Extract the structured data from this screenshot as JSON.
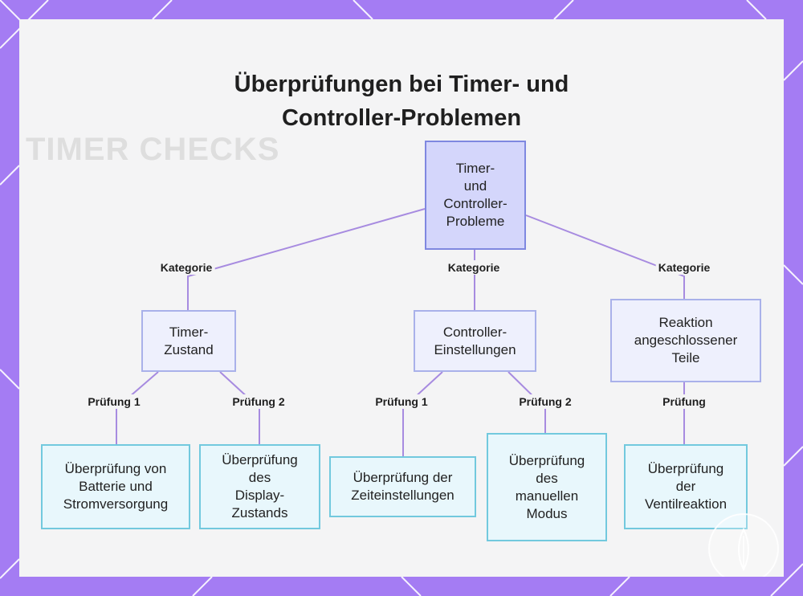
{
  "title": [
    "Überprüfungen bei Timer- und",
    "Controller-Problemen"
  ],
  "background_text": [
    "TIMER CHECKS"
  ],
  "colors": {
    "frame": "#a47cf3",
    "card": "#f4f4f5",
    "edge": "#a78be0",
    "root_fill": "#d4d6fb",
    "category_fill": "#eef0fd",
    "leaf_fill": "#e8f7fc",
    "leaf_border": "#72c9de"
  },
  "nodes": {
    "root": [
      "Timer-",
      "und",
      "Controller-",
      "Probleme"
    ],
    "cat1": [
      "Timer-",
      "Zustand"
    ],
    "cat2": [
      "Controller-",
      "Einstellungen"
    ],
    "cat3": [
      "Reaktion",
      "angeschlossener",
      "Teile"
    ],
    "leaf1": [
      "Überprüfung von",
      "Batterie und",
      "Stromversorgung"
    ],
    "leaf2": [
      "Überprüfung",
      "des",
      "Display-",
      "Zustands"
    ],
    "leaf3": [
      "Überprüfung der",
      "Zeiteinstellungen"
    ],
    "leaf4": [
      "Überprüfung",
      "des",
      "manuellen",
      "Modus"
    ],
    "leaf5": [
      "Überprüfung",
      "der",
      "Ventilreaktion"
    ]
  },
  "edge_labels": {
    "root_cat1": "Kategorie",
    "root_cat2": "Kategorie",
    "root_cat3": "Kategorie",
    "cat1_leaf1": "Prüfung 1",
    "cat1_leaf2": "Prüfung 2",
    "cat2_leaf3": "Prüfung 1",
    "cat2_leaf4": "Prüfung 2",
    "cat3_leaf5": "Prüfung"
  }
}
